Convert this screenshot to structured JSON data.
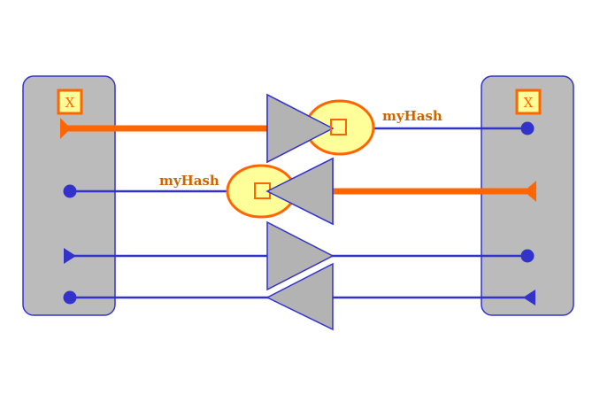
{
  "colors": {
    "orange": "#ff6600",
    "blue": "#3333cc",
    "panel_gray": "#bbbbbb",
    "gate_gray": "#b3b3b3",
    "hash_fill": "#ffff99"
  },
  "left_panel": {
    "x_label": "X"
  },
  "right_panel": {
    "x_label": "X"
  },
  "connections": {
    "top_hash_label": "myHash",
    "second_hash_label": "myHash"
  },
  "icons": {
    "x_box": "x-box-icon",
    "arrow_head": "triangle-arrow-icon",
    "endpoint": "dot-icon",
    "gate": "triangle-gate-icon",
    "hash_node": "ellipse-hash-icon"
  }
}
